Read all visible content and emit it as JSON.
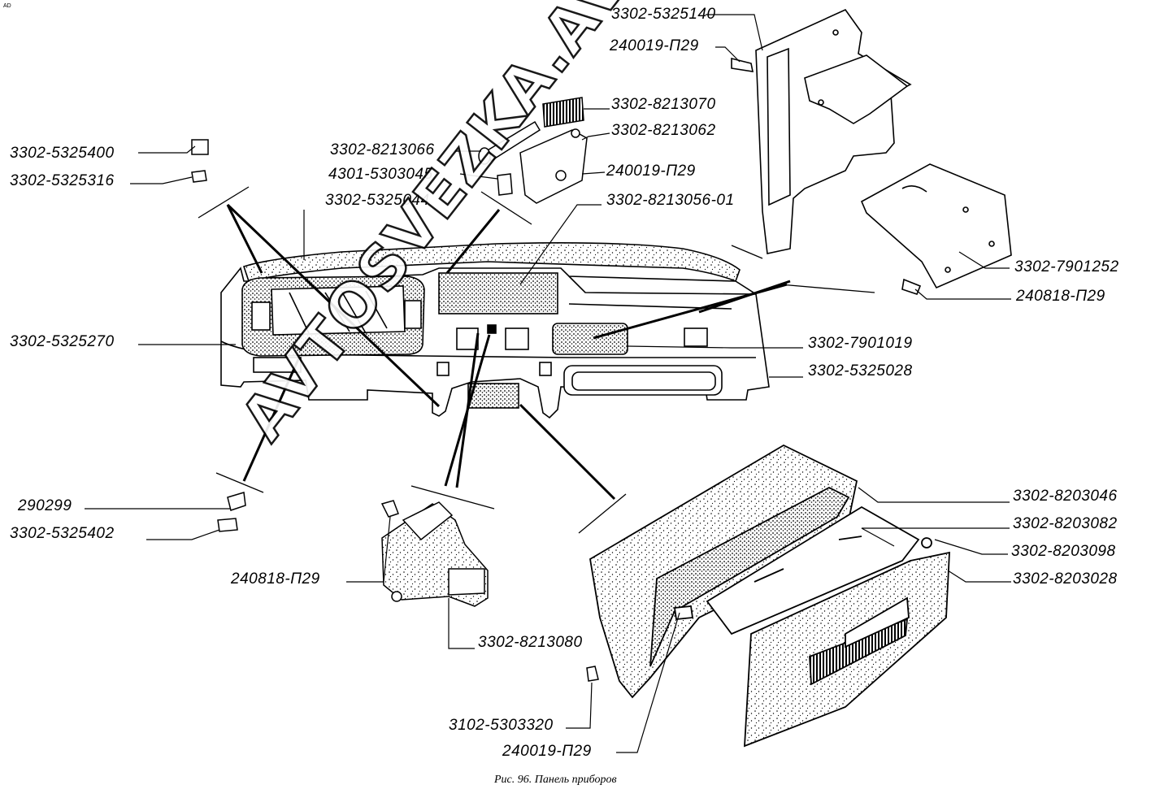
{
  "corner_mark": "AD",
  "watermark": "AVTOSVEZKA.AVTOCAT.ONLINE",
  "caption": "Рис. 96. Панель приборов",
  "labels": {
    "l_5325140": "3302-5325140",
    "l_240019_a": "240019-П29",
    "l_8213070": "3302-8213070",
    "l_8213066": "3302-8213066",
    "l_8213062": "3302-8213062",
    "l_5325400": "3302-5325400",
    "l_5325316": "3302-5325316",
    "l_5303045": "4301-5303045",
    "l_240019_b": "240019-П29",
    "l_5325044": "3302-5325044",
    "l_8213056": "3302-8213056-01",
    "l_7901252": "3302-7901252",
    "l_240818_a": "240818-П29",
    "l_5325270": "3302-5325270",
    "l_7901019": "3302-7901019",
    "l_5325028": "3302-5325028",
    "l_290299": "290299",
    "l_5325402": "3302-5325402",
    "l_8203046": "3302-8203046",
    "l_8203082": "3302-8203082",
    "l_8203098": "3302-8203098",
    "l_8203028": "3302-8203028",
    "l_240818_b": "240818-П29",
    "l_8213080": "3302-8213080",
    "l_5303320": "3102-5303320",
    "l_240019_c": "240019-П29"
  }
}
